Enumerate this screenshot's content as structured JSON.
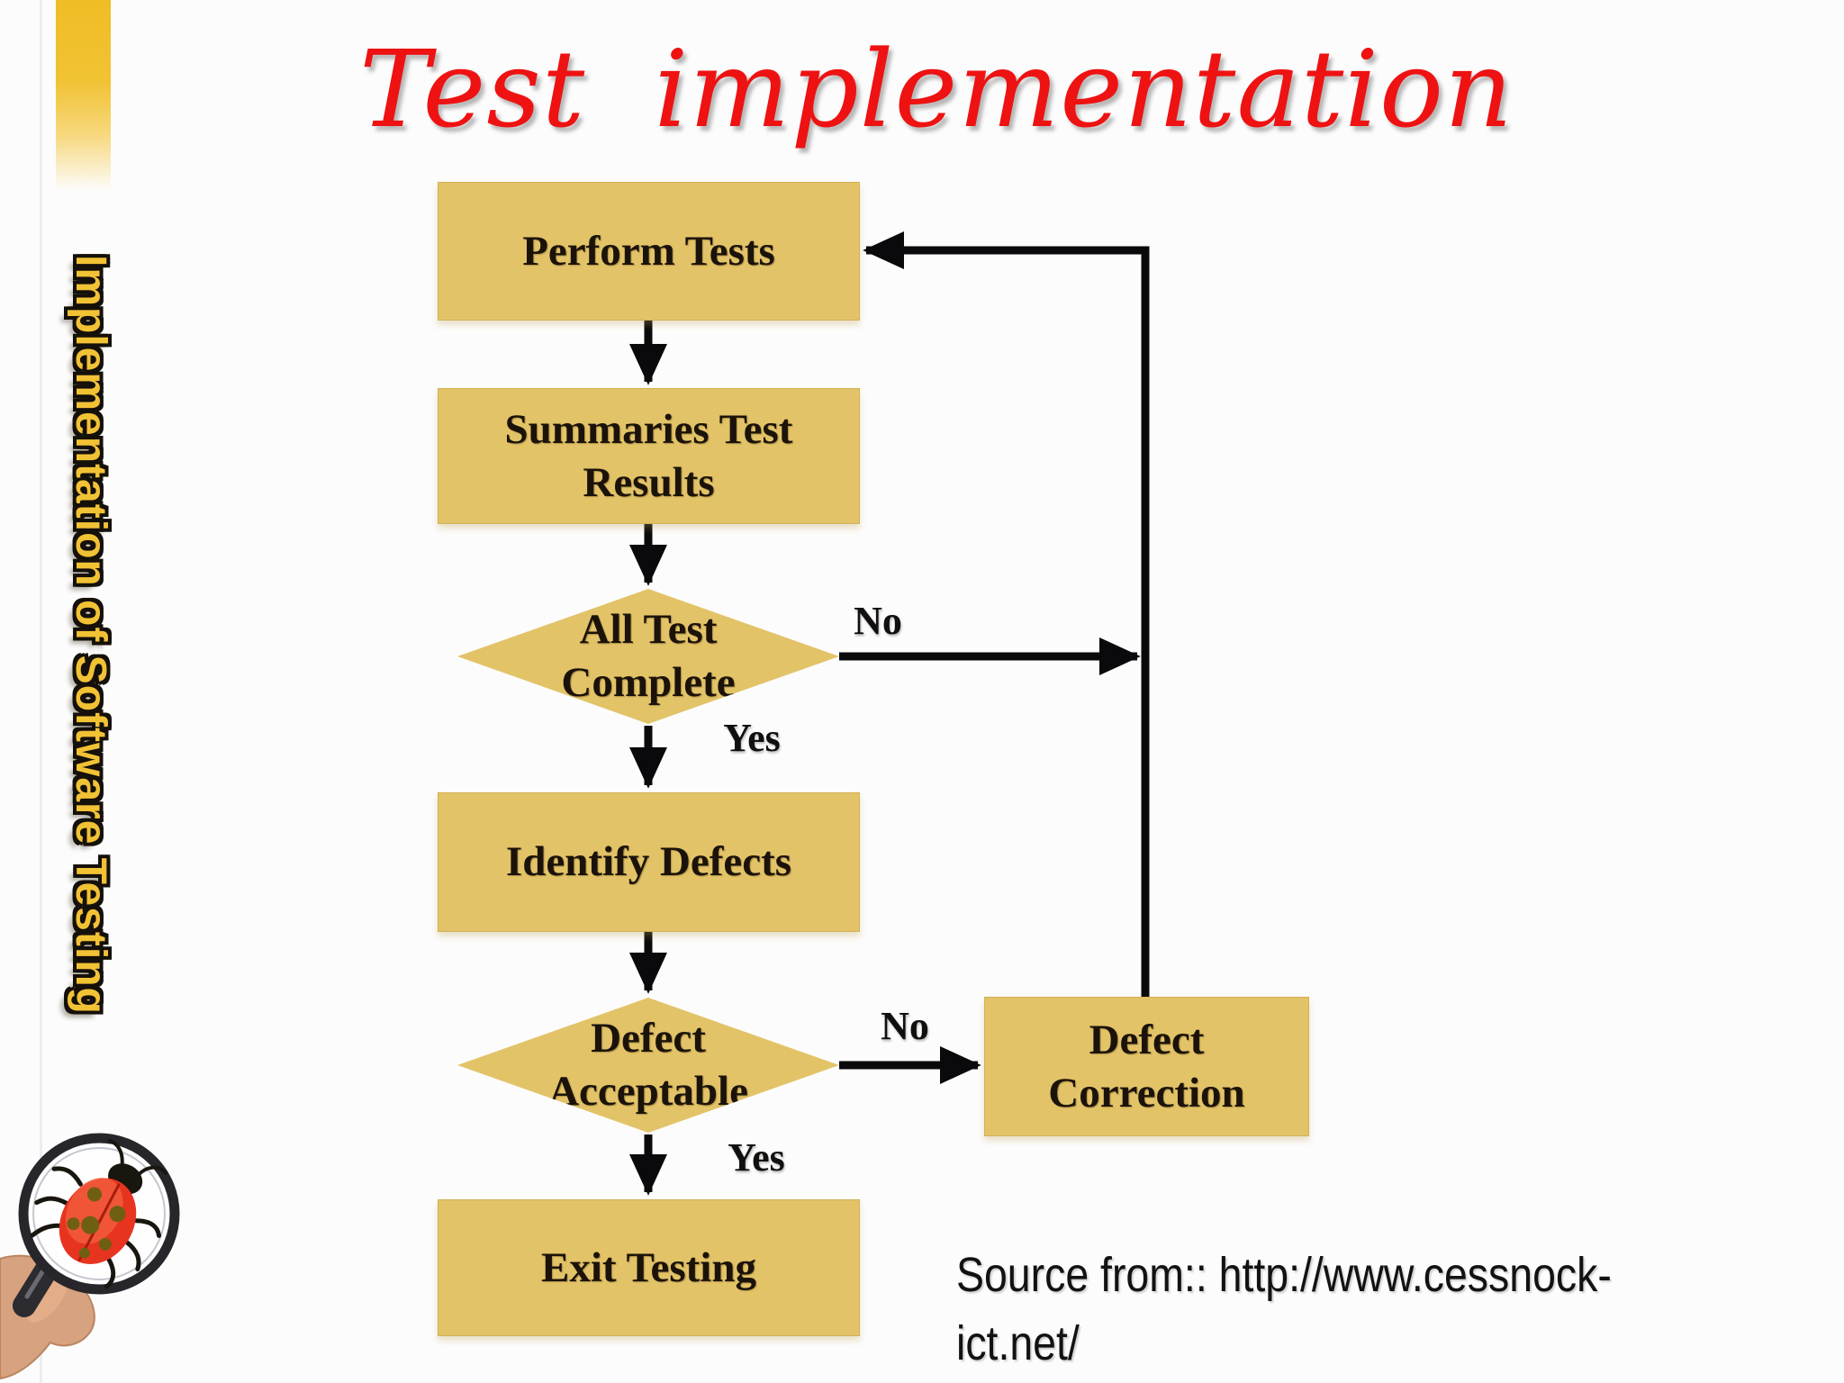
{
  "slide": {
    "title": "Test implementation",
    "sidebar_vertical_text": "Implementation of Software Testing",
    "footer_image": "hand-holding-magnifying-glass-over-ladybug",
    "colors": {
      "title_red": "#ee1212",
      "node_fill": "#e3c368",
      "sidebar_gold": "#f2c235",
      "connector_black": "#0a0a0c",
      "background": "#fcfcfc"
    }
  },
  "flowchart": {
    "nodes": [
      {
        "id": "perform-tests",
        "type": "process",
        "label": "Perform Tests"
      },
      {
        "id": "summaries-test-results",
        "type": "process",
        "label": "Summaries Test Results"
      },
      {
        "id": "all-test-complete",
        "type": "decision",
        "label": "All Test Complete"
      },
      {
        "id": "identify-defects",
        "type": "process",
        "label": "Identify Defects"
      },
      {
        "id": "defect-acceptable",
        "type": "decision",
        "label": "Defect Acceptable"
      },
      {
        "id": "exit-testing",
        "type": "process",
        "label": "Exit Testing"
      },
      {
        "id": "defect-correction",
        "type": "process",
        "label": "Defect Correction"
      }
    ],
    "branch_labels": {
      "all_test_complete_no": "No",
      "all_test_complete_yes": "Yes",
      "defect_acceptable_no": "No",
      "defect_acceptable_yes": "Yes"
    },
    "edges": [
      {
        "from": "perform-tests",
        "to": "summaries-test-results"
      },
      {
        "from": "summaries-test-results",
        "to": "all-test-complete"
      },
      {
        "from": "all-test-complete",
        "to": "identify-defects",
        "label": "Yes"
      },
      {
        "from": "all-test-complete",
        "to": "perform-tests",
        "label": "No"
      },
      {
        "from": "identify-defects",
        "to": "defect-acceptable"
      },
      {
        "from": "defect-acceptable",
        "to": "defect-correction",
        "label": "No"
      },
      {
        "from": "defect-acceptable",
        "to": "exit-testing",
        "label": "Yes"
      },
      {
        "from": "defect-correction",
        "to": "perform-tests"
      }
    ]
  },
  "source": {
    "line1": "Source from:: http://www.cessnock-",
    "line2": "ict.net/"
  }
}
